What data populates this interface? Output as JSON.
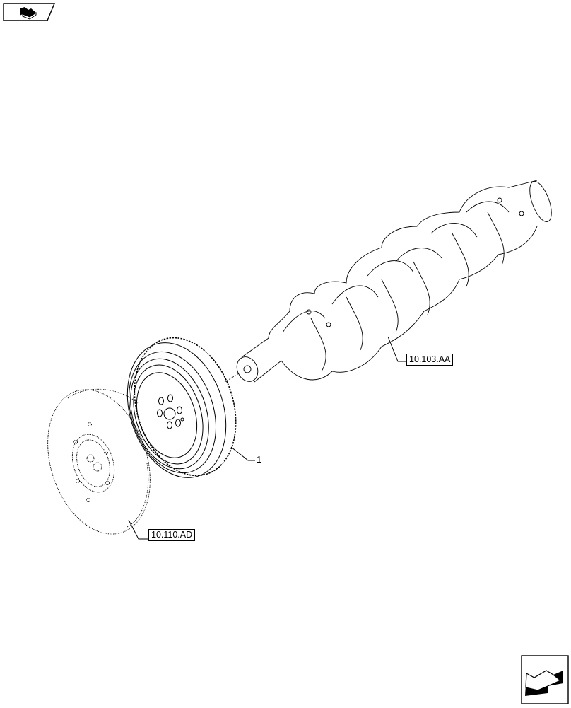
{
  "navigation": {
    "previous_icon": "book-page-back-icon",
    "next_icon": "arrow-next-page-icon"
  },
  "diagram": {
    "subject": "Crankshaft with vibration damper pulley",
    "callouts": [
      {
        "id": "crankshaft-ref",
        "label": "10.103.AA"
      },
      {
        "id": "damper-ref",
        "label": "10.110.AD"
      }
    ],
    "items": [
      {
        "id": "item-1",
        "label": "1",
        "part": "Damper pulley"
      }
    ]
  }
}
